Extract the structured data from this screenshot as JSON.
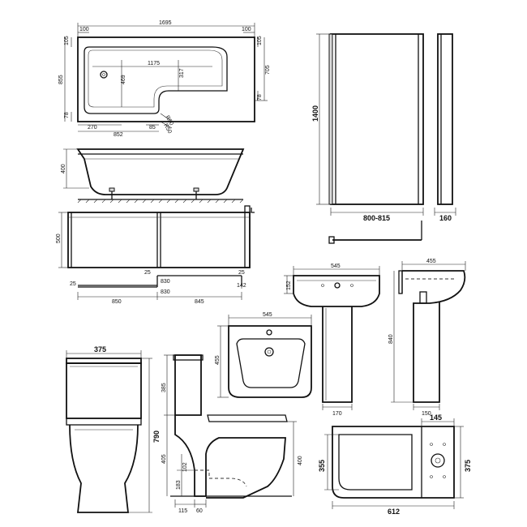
{
  "bath_plan": {
    "overall_length": "1695",
    "left_rim": "100",
    "right_rim": "100",
    "left_side": "105",
    "right_side": "105",
    "inner_length": "1175",
    "overall_width": "855",
    "right_width": "705",
    "inner_depth": "469",
    "step_depth": "317",
    "bottom_left": "78",
    "bottom_right": "78",
    "waste_offset": "270",
    "bottom_length": "852",
    "bottom_step": "85",
    "radius_1": "R50",
    "radius_2": "R50"
  },
  "bath_side": {
    "height": "400"
  },
  "bath_panel": {
    "height": "500",
    "end_panel_width": "25",
    "end_panel_width_right": "25",
    "left_trim": "25",
    "mid_1": "830",
    "mid_2": "830",
    "left_length": "850",
    "right_length": "845",
    "right_depth": "142"
  },
  "screen": {
    "height": "1400",
    "width": "800-815",
    "depth": "160"
  },
  "basin_pedestal_front": {
    "width": "545",
    "basin_height": "152",
    "pedestal_width": "170"
  },
  "basin_pedestal_side": {
    "depth": "455",
    "height": "840",
    "pedestal_depth": "150"
  },
  "basin_plan": {
    "width": "545",
    "depth": "455"
  },
  "wc_front": {
    "width": "375",
    "height": "790"
  },
  "wc_side": {
    "cistern_height": "385",
    "pan_height": "405",
    "waste_height": "102",
    "waste_low": "183",
    "depth_1": "115",
    "depth_2": "60",
    "seat_height": "400"
  },
  "wc_plan": {
    "cistern_depth": "145",
    "width": "375",
    "inner_width": "355",
    "length": "612"
  }
}
